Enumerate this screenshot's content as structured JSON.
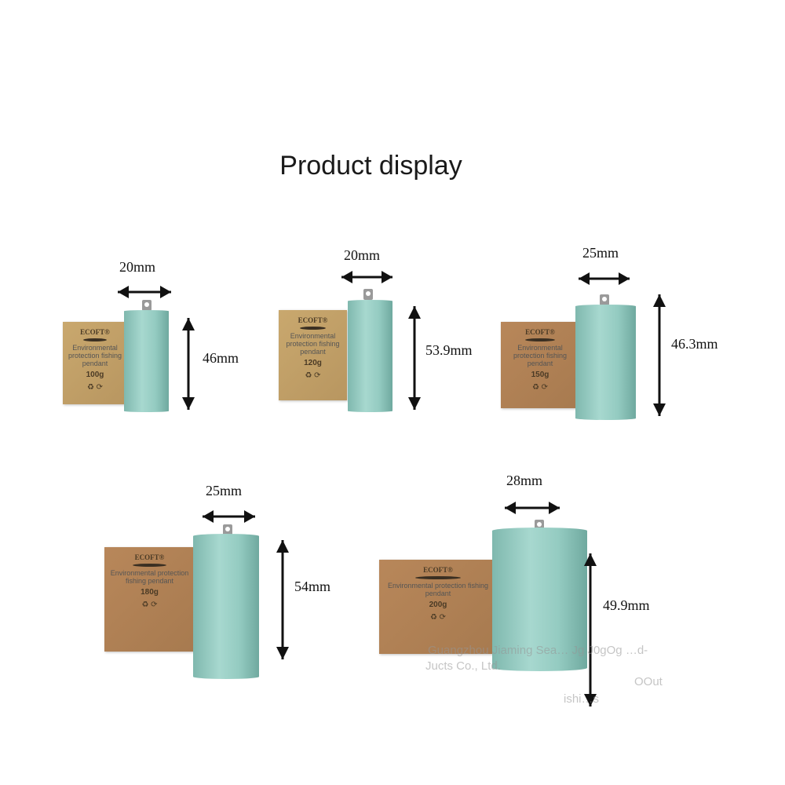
{
  "title": "Product display",
  "box_brand": "ECOFT®",
  "box_tagline": "Environmental protection fishing pendant",
  "box_icons": "♻ ⟳",
  "items": [
    {
      "width_label": "20mm",
      "height_label": "46mm",
      "weight": "100g"
    },
    {
      "width_label": "20mm",
      "height_label": "53.9mm",
      "weight": "120g"
    },
    {
      "width_label": "25mm",
      "height_label": "46.3mm",
      "weight": "150g"
    },
    {
      "width_label": "25mm",
      "height_label": "54mm",
      "weight": "180g"
    },
    {
      "width_label": "28mm",
      "height_label": "49.9mm",
      "weight": "200g"
    }
  ],
  "watermark": {
    "line1": "Guangzhou Jiaming Sea… Jg  J0gOg …d-",
    "line2": "Jucts Co., Ltd.",
    "line3": "OOut",
    "line4": "ishi…s"
  },
  "colors": {
    "body": "#94cbc1",
    "kraft": "#c9a86e",
    "arrow": "#111111"
  }
}
